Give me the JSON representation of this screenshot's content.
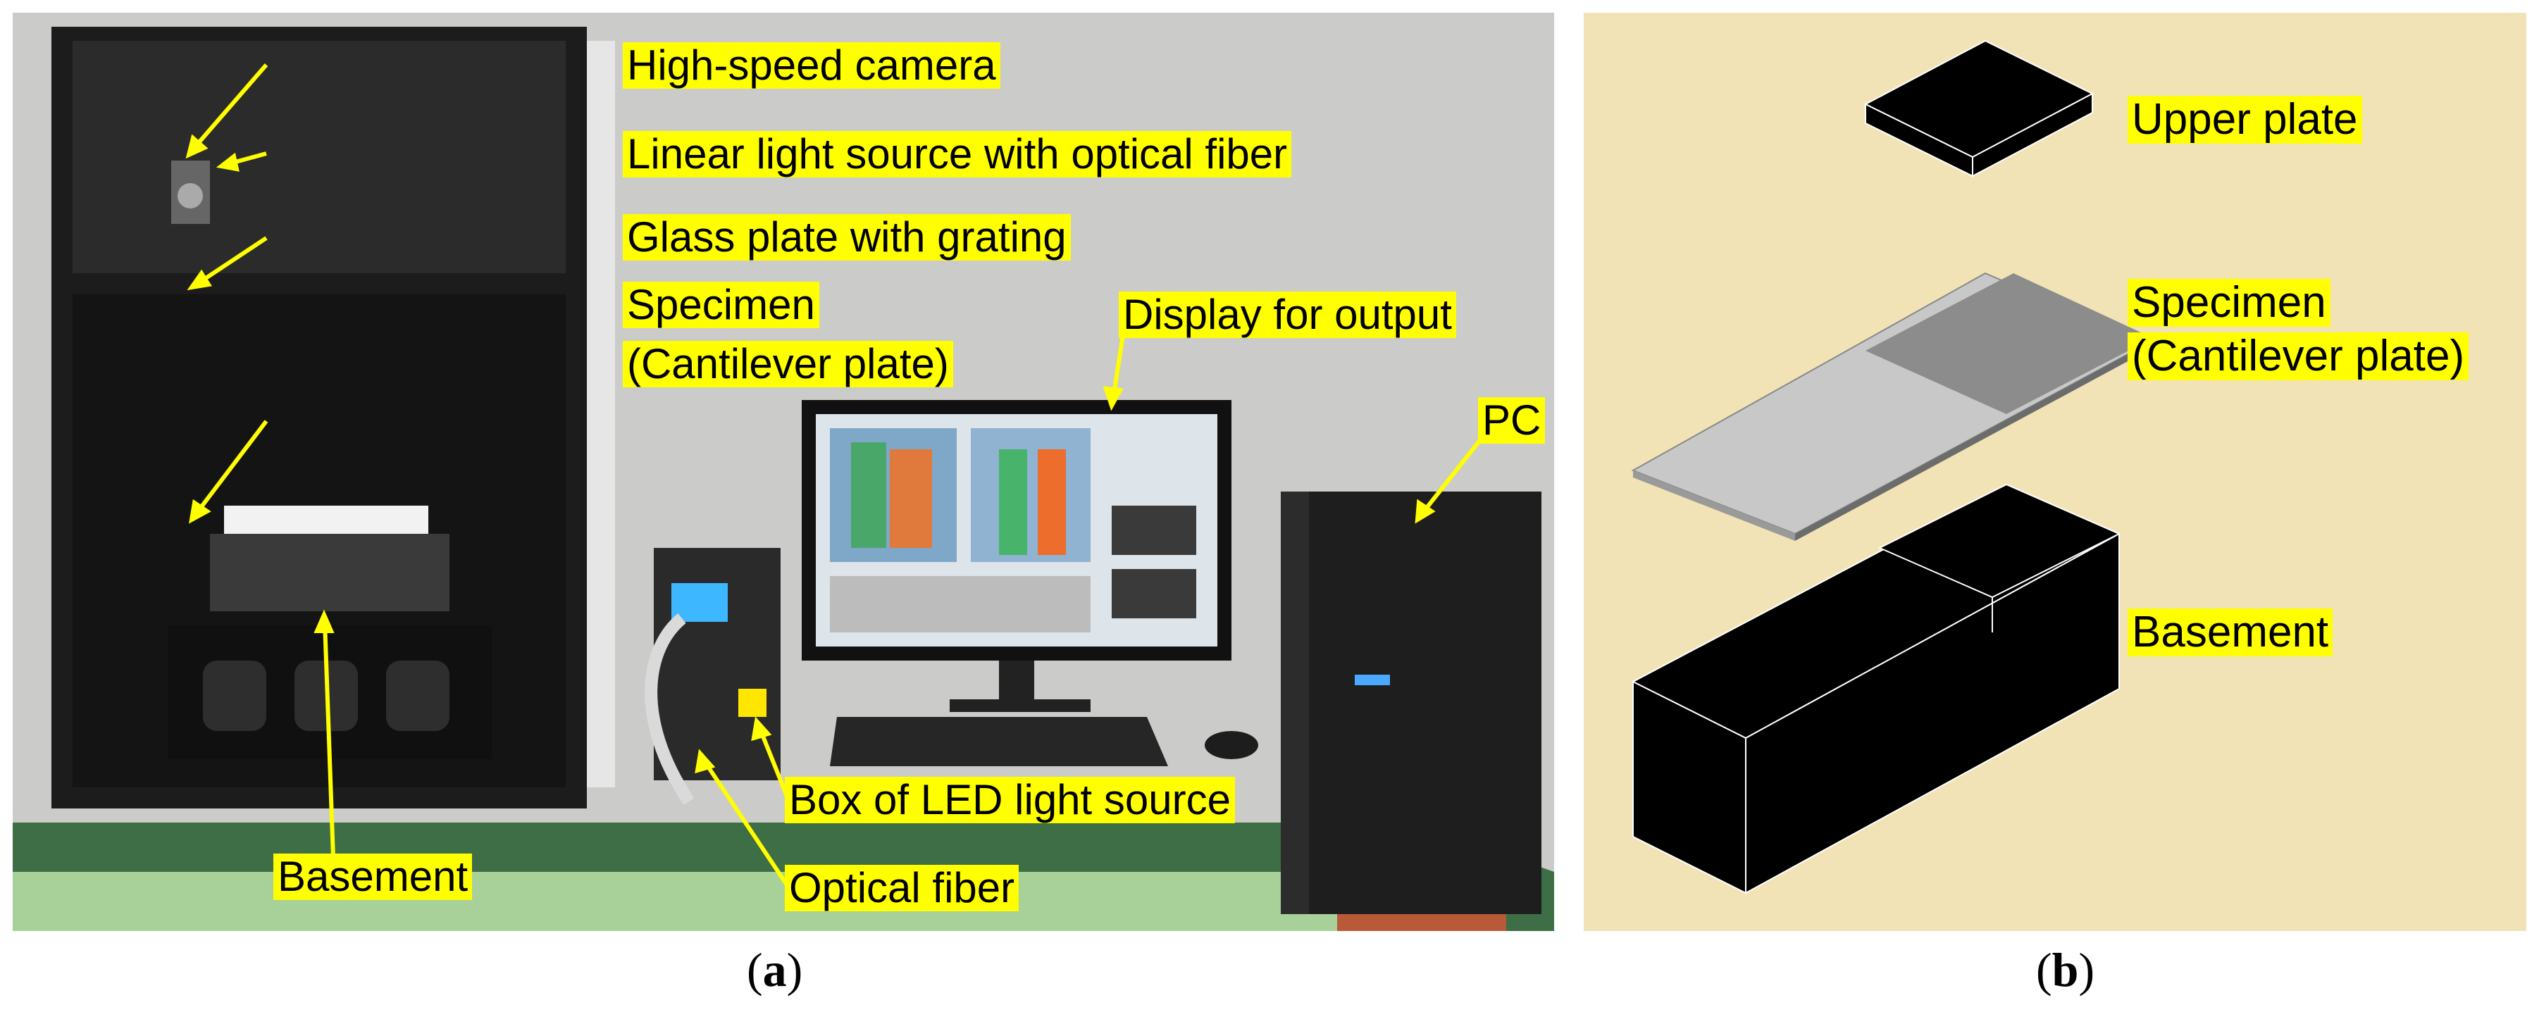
{
  "colors": {
    "label_bg": "#ffff00",
    "arrow": "#ffff00",
    "panel_b_bg": "#f2e3b7"
  },
  "panel_a": {
    "labels": {
      "high_speed_camera": "High-speed camera",
      "linear_light": "Linear light source with optical fiber",
      "glass_plate": "Glass plate with grating",
      "specimen": "Specimen",
      "cantilever": "(Cantilever plate)",
      "display": "Display for output",
      "pc": "PC",
      "led_box": "Box of LED light source",
      "optical_fiber": "Optical fiber",
      "basement": "Basement"
    },
    "caption_open": "(",
    "caption_letter": "a",
    "caption_close": ")"
  },
  "panel_b": {
    "labels": {
      "upper_plate": "Upper plate",
      "specimen": "Specimen",
      "cantilever": "(Cantilever plate)",
      "basement": "Basement"
    },
    "caption_open": "(",
    "caption_letter": "b",
    "caption_close": ")"
  }
}
